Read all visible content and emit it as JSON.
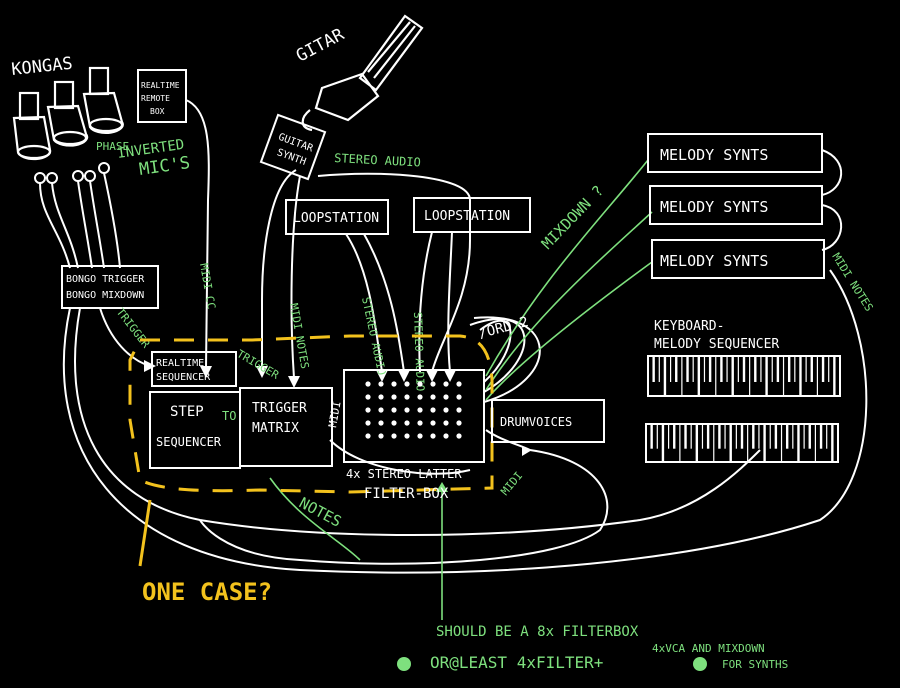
{
  "colors": {
    "background": "#000000",
    "white": "#ffffff",
    "green": "#7ee07e",
    "yellow": "#f3c21d"
  },
  "labels": {
    "kongas": "KONGAS",
    "realtime_remote_box_1": "REALTIME",
    "realtime_remote_box_2": "REMOTE",
    "realtime_remote_box_3": "BOX",
    "phase_inverted_mics_1": "PHASE",
    "phase_inverted_mics_2": "INVERTED",
    "phase_inverted_mics_3": "MIC'S",
    "gitar": "GITAR",
    "guitar_synth_1": "GUITAR",
    "guitar_synth_2": "SYNTH",
    "stereo_audio": "STEREO AUDIO",
    "loopstation_1": "LOOPSTATION",
    "loopstation_2": "LOOPSTATION",
    "bongo_trigger": "BONGO TRIGGER",
    "bongo_mixdown": "BONGO MIXDOWN",
    "midi_cc": "MIDI CC",
    "midi_notes_left": "MIDI NOTES",
    "stereo_audio_2": "STEREO AUDIO",
    "stereo_audio_3": "STEREO AUDIO",
    "trigger_left": "TRIGGER",
    "trigger_mid": "TRIGGER",
    "realtime_sequencer_1": "REALTIME",
    "realtime_sequencer_2": "SEQUENCER",
    "step_sequencer_1": "STEP",
    "step_sequencer_2": "SEQUENCER",
    "trigger_matrix_1": "TRIGGER",
    "trigger_matrix_2": "MATRIX",
    "to": "TO",
    "midi_vertical": "MIDI",
    "filter_box_1": "4x STEREO LATTER",
    "filter_box_2": "FILTER-BOX",
    "or_2": "/ORD 2",
    "drumvoices": "DRUMVOICES",
    "midi_right": "MIDI",
    "notes": "NOTES",
    "mixdown": "MIXDOWN ?",
    "melody_synth_1": "MELODY SYNTS",
    "melody_synth_2": "MELODY SYNTS",
    "melody_synth_3": "MELODY SYNTS",
    "midi_notes_right": "MIDI NOTES",
    "keyboard_seq_1": "KEYBOARD-",
    "keyboard_seq_2": "MELODY SEQUENCER",
    "one_case": "ONE CASE?",
    "note_line_1": "SHOULD BE  A 8x FILTERBOX",
    "note_line_2": "4xVCA AND MIXDOWN",
    "note_line_3": "OR@LEAST 4xFILTER+",
    "note_line_4": "FOR SYNTHS"
  }
}
